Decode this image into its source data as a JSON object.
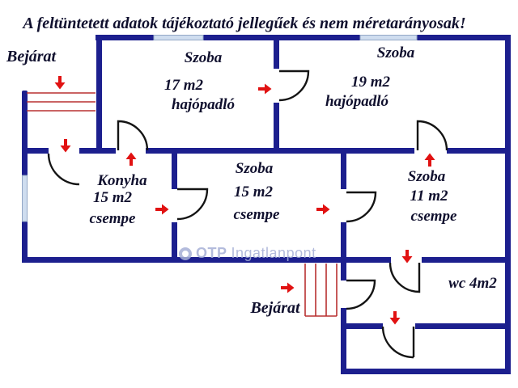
{
  "header": {
    "notice": "A feltüntetett adatok tájékoztató jellegűek és nem méretarányosak!"
  },
  "entrances": {
    "top": "Bejárat",
    "bottom": "Bejárat"
  },
  "rooms": {
    "szoba17": {
      "name": "Szoba",
      "area": "17 m2",
      "floor": "hajópadló"
    },
    "szoba19": {
      "name": "Szoba",
      "area": "19 m2",
      "floor": "hajópadló"
    },
    "konyha": {
      "name": "Konyha",
      "area": "15 m2",
      "floor": "csempe"
    },
    "szoba15": {
      "name": "Szoba",
      "area": "15 m2",
      "floor": "csempe"
    },
    "szoba11": {
      "name": "Szoba",
      "area": "11 m2",
      "floor": "csempe"
    },
    "wc": {
      "label": "wc 4m2"
    }
  },
  "watermark": {
    "brand": "OTP",
    "suffix": "Ingatlanpont"
  },
  "arrows": [
    {
      "icon": "arrow-down-icon",
      "at": "top-entrance-steps"
    },
    {
      "icon": "arrow-down-icon",
      "at": "porch-to-konyha-door"
    },
    {
      "icon": "arrow-up-icon",
      "at": "konyha-to-szoba17-door"
    },
    {
      "icon": "arrow-right-icon",
      "at": "szoba19-left-door"
    },
    {
      "icon": "arrow-right-icon",
      "at": "konyha-to-szoba15-door"
    },
    {
      "icon": "arrow-right-icon",
      "at": "szoba15-to-szoba11-door"
    },
    {
      "icon": "arrow-up-icon",
      "at": "szoba19-bottom-door"
    },
    {
      "icon": "arrow-down-icon",
      "at": "szoba11-to-wc-door"
    },
    {
      "icon": "arrow-right-icon",
      "at": "bottom-entrance-door"
    },
    {
      "icon": "arrow-down-icon",
      "at": "wc-inner-door"
    }
  ],
  "colors": {
    "wall": "#1c1f8e",
    "window": "#cfddef",
    "arrow": "#e11212",
    "steps": "#b83030",
    "text": "#10102e",
    "watermark": "#a6b0d6"
  }
}
